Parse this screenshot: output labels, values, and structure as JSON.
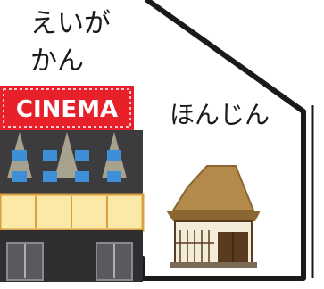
{
  "labels": {
    "eiga_line1": "えいが",
    "eiga_line2": "かん",
    "honjin": "ほんじん"
  },
  "cinema": {
    "sign": "CINEMA",
    "colors": {
      "sign_red": "#e8202a",
      "facade_dark": "#3c3c3e",
      "window_blue": "#3f8fd8",
      "marquee": "#fbe9a8",
      "door": "#5a5a5e"
    }
  },
  "honjin_house": {
    "colors": {
      "thatch": "#b48a4a",
      "thatch_dark": "#8c6630",
      "wall": "#f3ecd9",
      "timber": "#5a3b1f"
    }
  },
  "icons": [
    "cinema-building-icon",
    "honjin-house-icon",
    "boundary-line-icon"
  ]
}
